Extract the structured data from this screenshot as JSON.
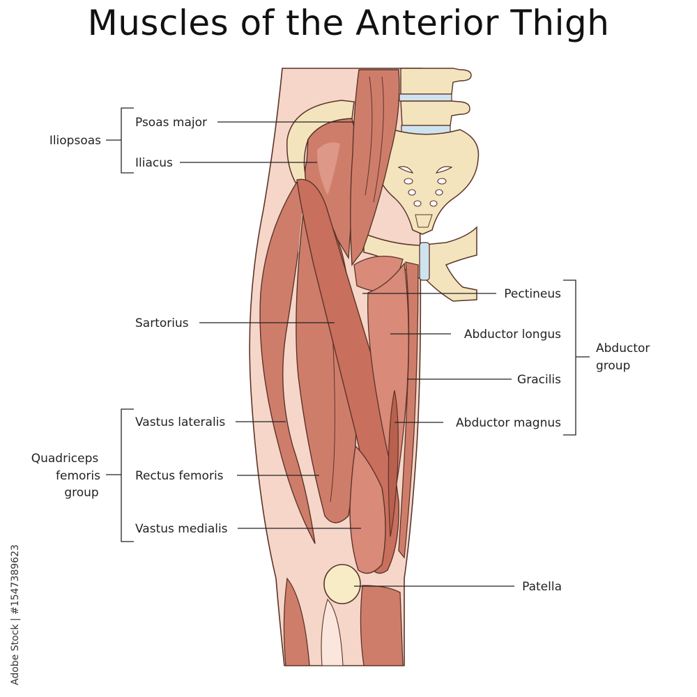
{
  "title": "Muscles of the Anterior Thigh",
  "colors": {
    "skin": "#f5d6c8",
    "skin_light": "#fae6dc",
    "outline": "#5a3328",
    "muscle": "#cf7d6b",
    "muscle_dark": "#b9604e",
    "muscle_light": "#e3a493",
    "bone": "#f4e4bd",
    "cartilage": "#cfe3ef",
    "leader": "#222222"
  },
  "labels": {
    "iliopsoas": "Iliopsoas",
    "psoas_major": "Psoas major",
    "iliacus": "Iliacus",
    "sartorius": "Sartorius",
    "vastus_lateralis": "Vastus lateralis",
    "rectus_femoris": "Rectus femoris",
    "vastus_medialis": "Vastus medialis",
    "quadriceps_line1": "Quadriceps",
    "quadriceps_line2": "femoris",
    "quadriceps_line3": "group",
    "pectineus": "Pectineus",
    "abductor_longus": "Abductor longus",
    "gracilis": "Gracilis",
    "abductor_magnus": "Abductor magnus",
    "abductor_group_line1": "Abductor",
    "abductor_group_line2": "group",
    "patella": "Patella"
  },
  "watermark": "Adobe Stock | #1547389623"
}
